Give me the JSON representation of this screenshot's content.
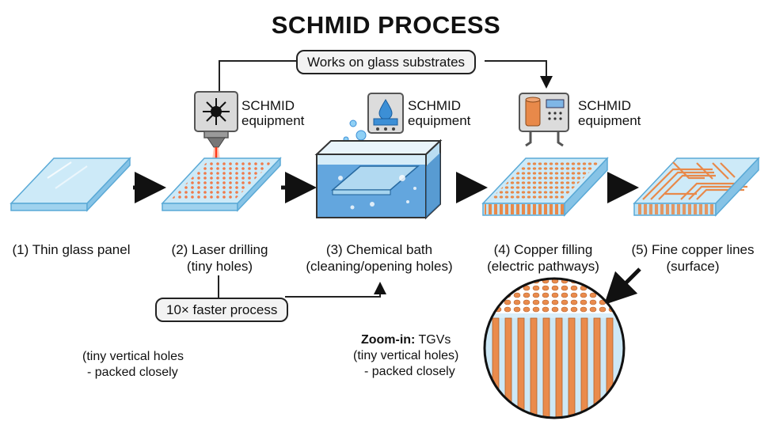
{
  "title": "SCHMID PROCESS",
  "top_connector_label": "Works on glass substrates",
  "equipment": {
    "laser": {
      "line1": "SCHMID",
      "line2": "equipment",
      "icon": "laser-icon"
    },
    "bath": {
      "line1": "SCHMID",
      "line2": "equipment",
      "icon": "water-drop-machine-icon"
    },
    "plating": {
      "line1": "SCHMID",
      "line2": "equipment",
      "icon": "plating-machine-icon"
    }
  },
  "steps": [
    {
      "line1": "(1) Thin glass panel",
      "line2": ""
    },
    {
      "line1": "(2) Laser drilling",
      "line2": "(tiny holes)"
    },
    {
      "line1": "(3) Chemical bath",
      "line2": "(cleaning/opening holes)"
    },
    {
      "line1": "(4) Copper filling",
      "line2": "(electric pathways)"
    },
    {
      "line1": "(5) Fine copper lines",
      "line2": "(surface)"
    }
  ],
  "bottom_connector_label": "10× faster process",
  "left_note": {
    "line1": "(tiny vertical holes",
    "line2": "- packed closely"
  },
  "zoom_note": {
    "bold": "Zoom-in:",
    "rest": " TGVs",
    "line2": "(tiny vertical holes)",
    "line3": "- packed closely"
  },
  "colors": {
    "glass": "#bfe3f5",
    "glass_edge": "#5aa9d6",
    "copper": "#e8894a",
    "water": "#3c8fd6",
    "laser": "#ff5a2a"
  }
}
